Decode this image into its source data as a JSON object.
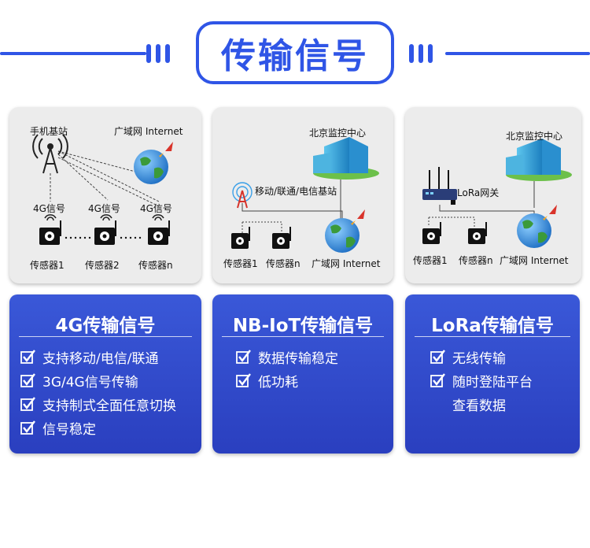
{
  "header": {
    "title": "传输信号"
  },
  "panels": {
    "p1": {
      "base_station": "手机基站",
      "internet": "广域网 Internet",
      "signal": "4G信号",
      "sensors": [
        "传感器1",
        "传感器2",
        "传感器n"
      ]
    },
    "p2": {
      "center": "北京监控中心",
      "tower": "移动/联通/电信基站",
      "sensors": [
        "传感器1",
        "传感器n"
      ],
      "internet": "广域网 Internet"
    },
    "p3": {
      "center": "北京监控中心",
      "gateway": "LoRa网关",
      "sensors": [
        "传感器1",
        "传感器n"
      ],
      "internet": "广域网 Internet"
    }
  },
  "cards": [
    {
      "title": "4G传输信号",
      "items": [
        "支持移动/电信/联通",
        "3G/4G信号传输",
        "支持制式全面任意切换",
        "信号稳定"
      ]
    },
    {
      "title": "NB-IoT传输信号",
      "items": [
        "数据传输稳定",
        "低功耗"
      ]
    },
    {
      "title": "LoRa传输信号",
      "items": [
        "无线传输",
        "随时登陆平台"
      ],
      "continuation": "查看数据"
    }
  ],
  "colors": {
    "accent": "#2f55e6",
    "card": "#2e46c9",
    "panel": "#ececec"
  },
  "icons": [
    "cell-tower-icon",
    "globe-icon",
    "rocket-icon",
    "sensor-icon",
    "wifi-signal-icon",
    "building-icon",
    "gateway-router-icon",
    "checkmark-icon"
  ]
}
